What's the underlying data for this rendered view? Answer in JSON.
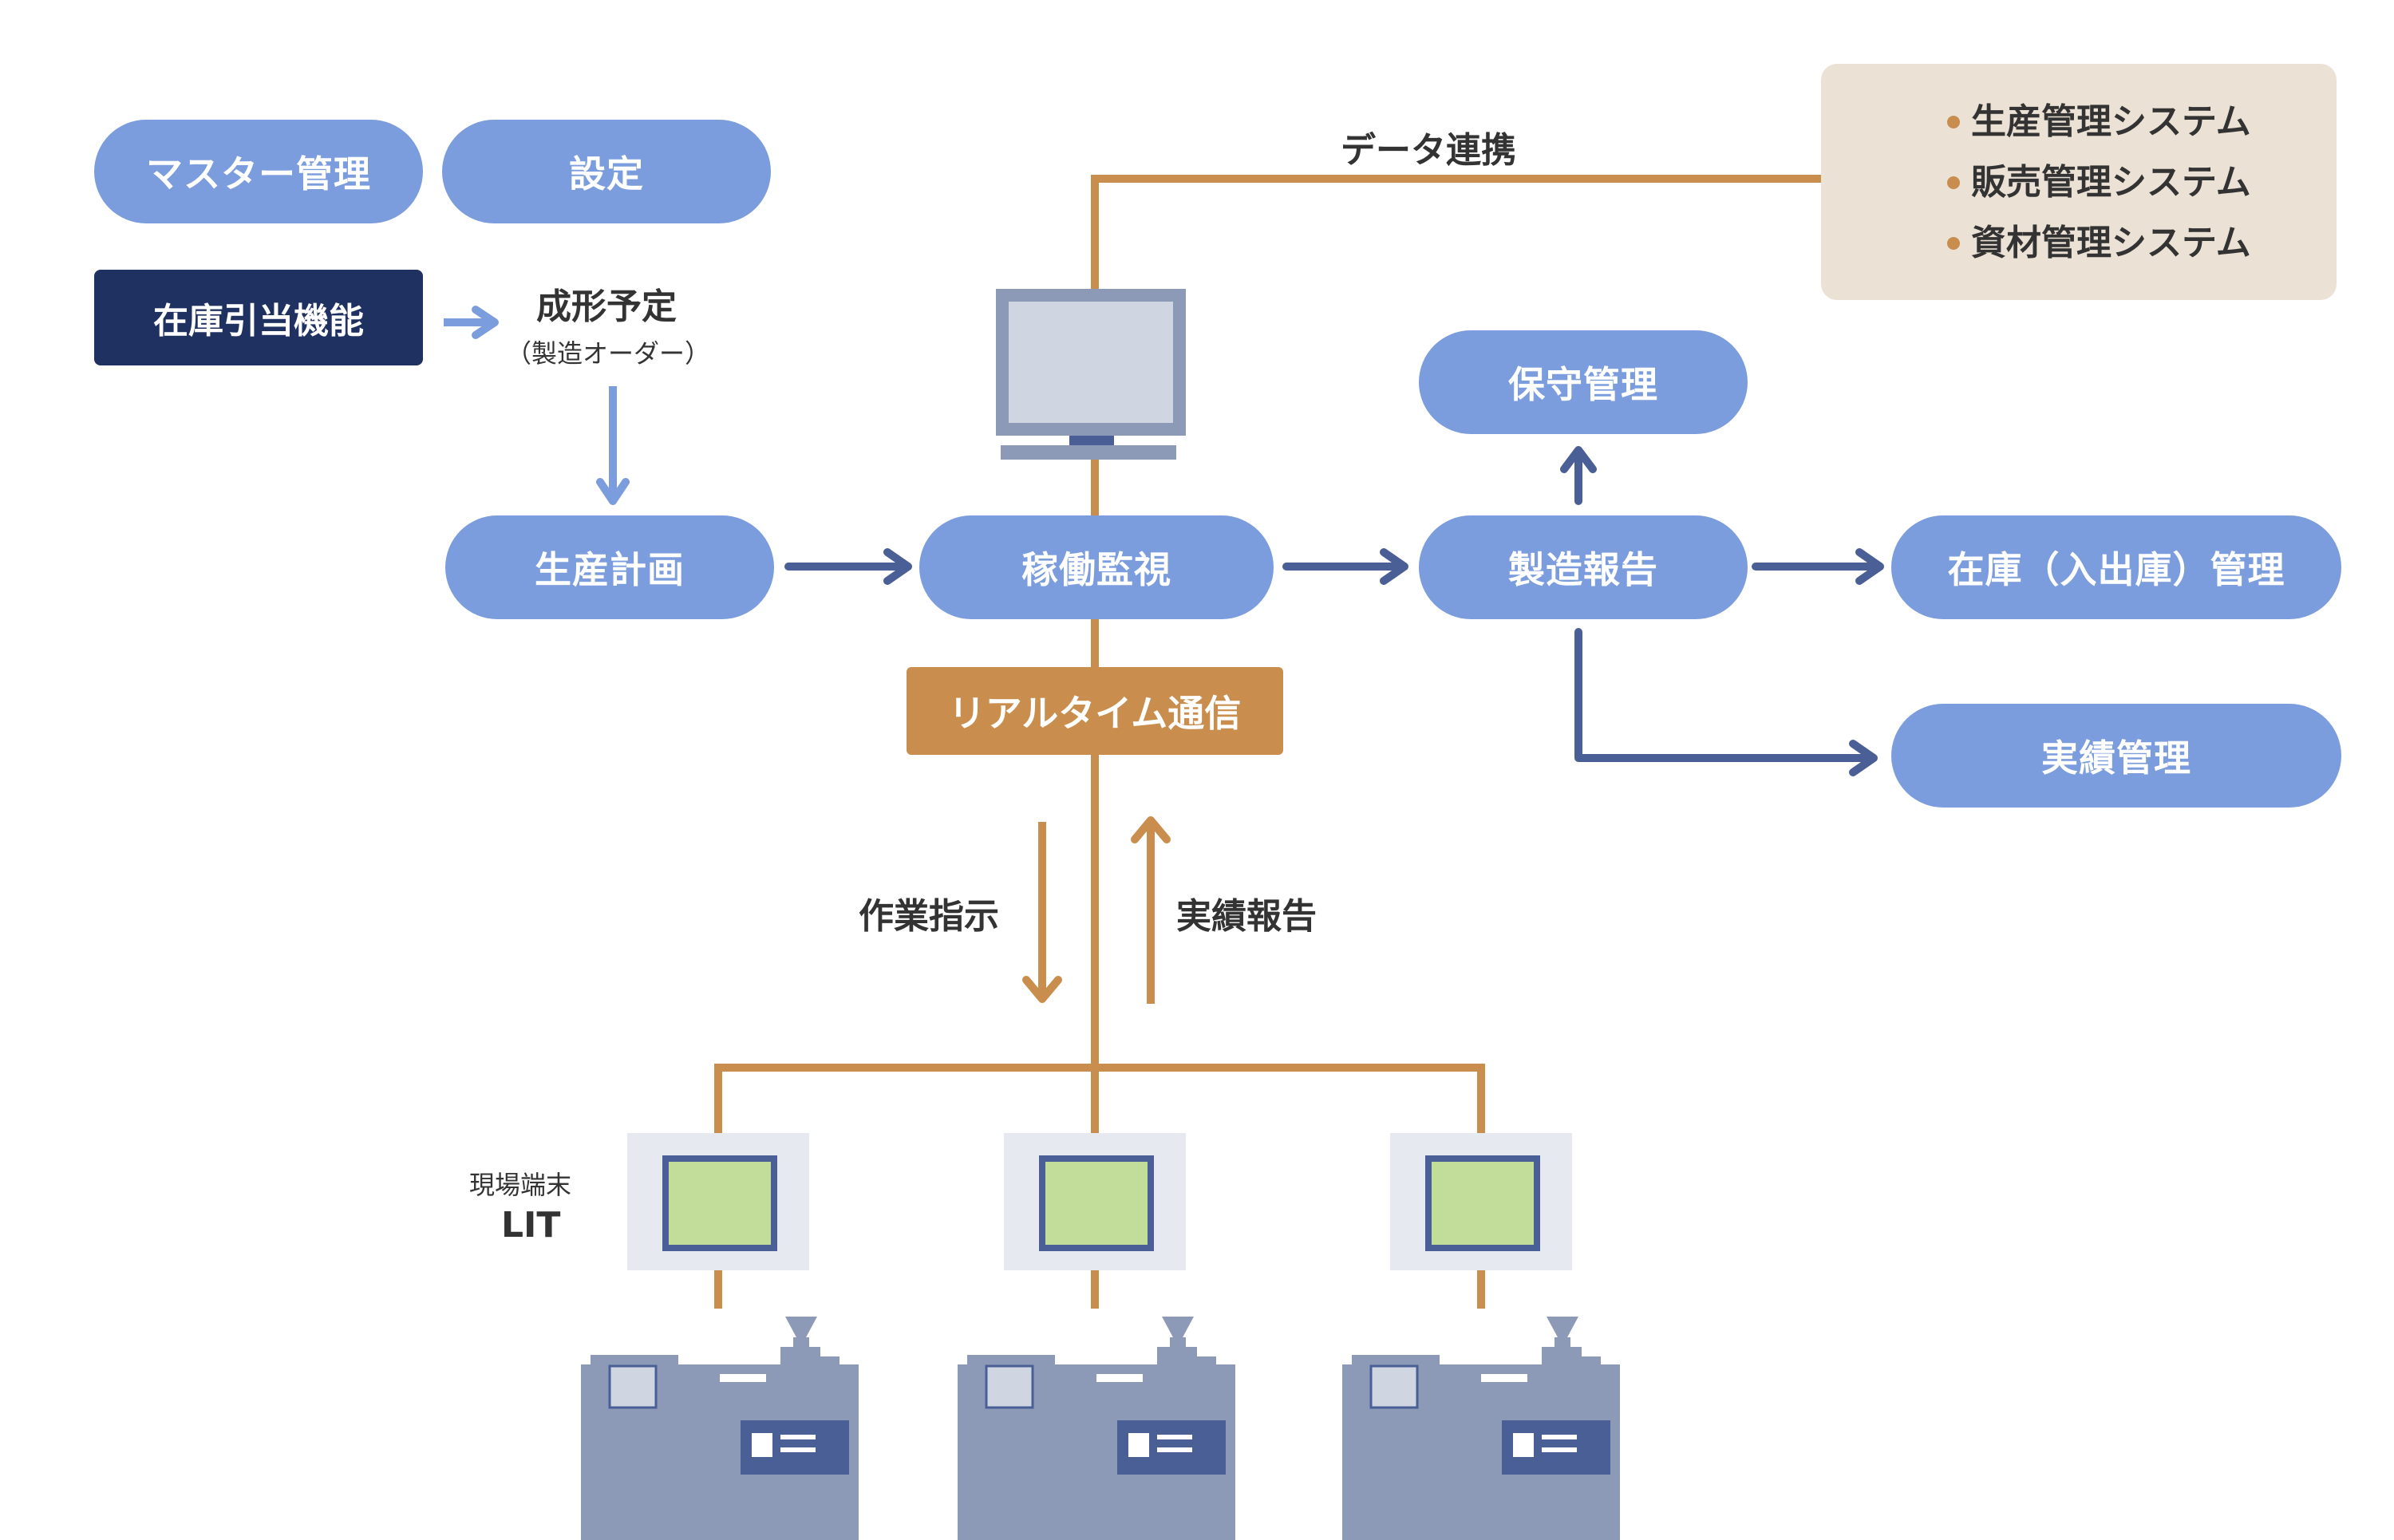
{
  "colors": {
    "pill": "#7b9cdd",
    "dark": "#1f3160",
    "orange": "#c98d4e",
    "navy_arrow": "#4a5f96",
    "light_arrow": "#7b9cdd",
    "sys_bg": "#ebe1d5",
    "screen_green": "#c2dc99"
  },
  "left": {
    "master": "マスター管理",
    "settings": "設定",
    "inventory_alloc": "在庫引当機能",
    "molding_plan": "成形予定",
    "molding_plan_sub": "（製造オーダー）"
  },
  "main": {
    "production_plan": "生産計画",
    "monitoring": "稼働監視",
    "manufacturing_report": "製造報告",
    "inventory_mgmt": "在庫（入出庫）管理",
    "maintenance": "保守管理",
    "results_mgmt": "実績管理"
  },
  "data_link": "データ連携",
  "systems": [
    "生産管理システム",
    "販売管理システム",
    "資材管理システム"
  ],
  "realtime": "リアルタイム通信",
  "work_instruction": "作業指示",
  "results_report": "実績報告",
  "terminal": {
    "line1": "現場端末",
    "line2": "LIT"
  },
  "icons": [
    "monitor-icon",
    "server-icon",
    "terminal-icon",
    "molding-machine-icon"
  ]
}
